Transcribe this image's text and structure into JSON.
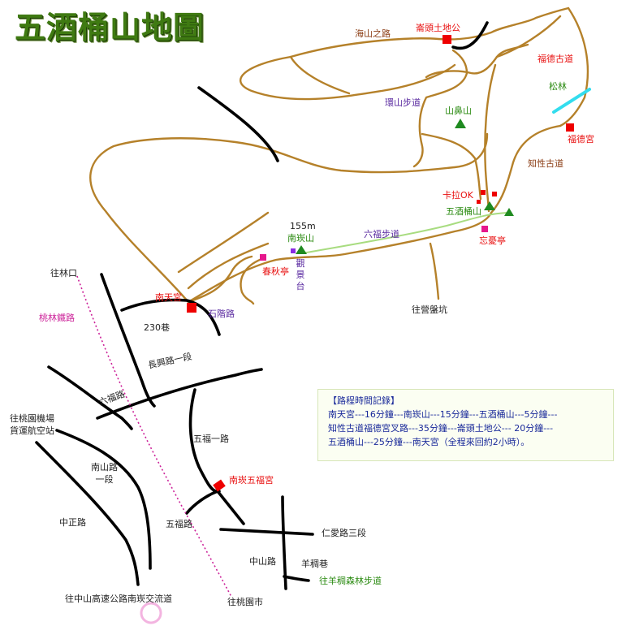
{
  "title": "五酒桶山地圖",
  "colors": {
    "trail": "#b5812a",
    "road": "#000000",
    "trail_green": "#a8dc80",
    "railway": "#cc2299",
    "pine": "#33ddee",
    "peak": "#1f8a20",
    "temple": "#ee0000",
    "pavilion": "#e6178c",
    "viewpoint": "#8a2be2",
    "label_red": "#e81010",
    "label_brown": "#8b3d14",
    "label_purple": "#5a2aa0",
    "label_green": "#2a8a10",
    "label_dark": "#222222",
    "label_blue": "#1a2a9a",
    "title_green": "#3f7a12"
  },
  "labels": {
    "haishan_road": "海山之路",
    "cuotou_shrine": "崙頭土地公",
    "fude_trail": "福德古道",
    "songlin": "松林",
    "fude_temple": "福德宮",
    "huanshan_trail": "環山步道",
    "shanbi_mountain": "山鼻山",
    "zhixing_trail": "知性古道",
    "karaoke": "卡拉OK",
    "wujiutong_mountain": "五酒桶山",
    "wangyou_pavilion": "忘憂亭",
    "liufu_trail": "六福步道",
    "nankan_elev": "155m",
    "nankan_mountain": "南崁山",
    "chunqiu_pavilion": "春秋亭",
    "observation_deck": "觀景台",
    "to_linkou": "往林口",
    "nantian_temple": "南天宮",
    "stone_steps_road": "石階路",
    "lane_230": "230巷",
    "to_yingpankeng": "往營盤坑",
    "taolin_railway": "桃林鐵路",
    "changxing_road": "長興路一段",
    "liufu_road": "六福路",
    "to_airport": "往桃園機場\n貨運航空站",
    "nanshan_road": "南山路\n一段",
    "wufu_road_1": "五福一路",
    "nankan_wufu_temple": "南崁五福宮",
    "zhongzheng_road": "中正路",
    "wufu_road": "五福路",
    "renai_road": "仁愛路三段",
    "zhongshan_road": "中山路",
    "yangchou_lane": "羊稠巷",
    "yangchou_trail": "往羊稠森林步道",
    "to_freeway": "往中山高速公路南崁交流道",
    "to_taoyuan_city": "往桃園市"
  },
  "info": {
    "heading": "【路程時間記錄】",
    "lines": [
      "南天宮---16分鐘---南崁山---15分鐘---五酒桶山---5分鐘---",
      "知性古道福德宮叉路---35分鐘---崙頭土地公--- 20分鐘---",
      "五酒桶山---25分鐘---南天宮（全程來回約2小時）。"
    ]
  }
}
